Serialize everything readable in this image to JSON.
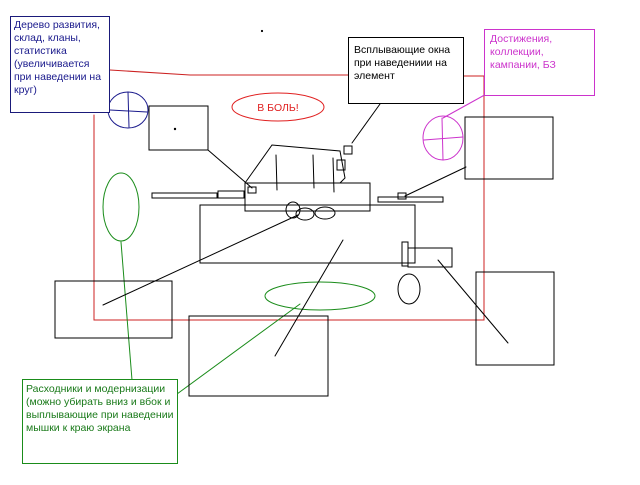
{
  "notes": {
    "tech_tree": "Дерево развития, склад, кланы, статистика (увеличивается при наведении на круг)",
    "popups": "Всплывающие окна при наведениии на элемент",
    "achievements": "Достижения, коллекции, кампании, БЗ",
    "consumables": "Расходники и модернизации (можно убирать вниз и вбок и выплывающие при наведении мышки к краю экрана"
  },
  "battle_button": "В БОЛЬ!",
  "colors": {
    "blue": "#1a1a8c",
    "red": "#cc2222",
    "green": "#1a8c1a",
    "magenta": "#cc33cc",
    "black": "#000000"
  }
}
